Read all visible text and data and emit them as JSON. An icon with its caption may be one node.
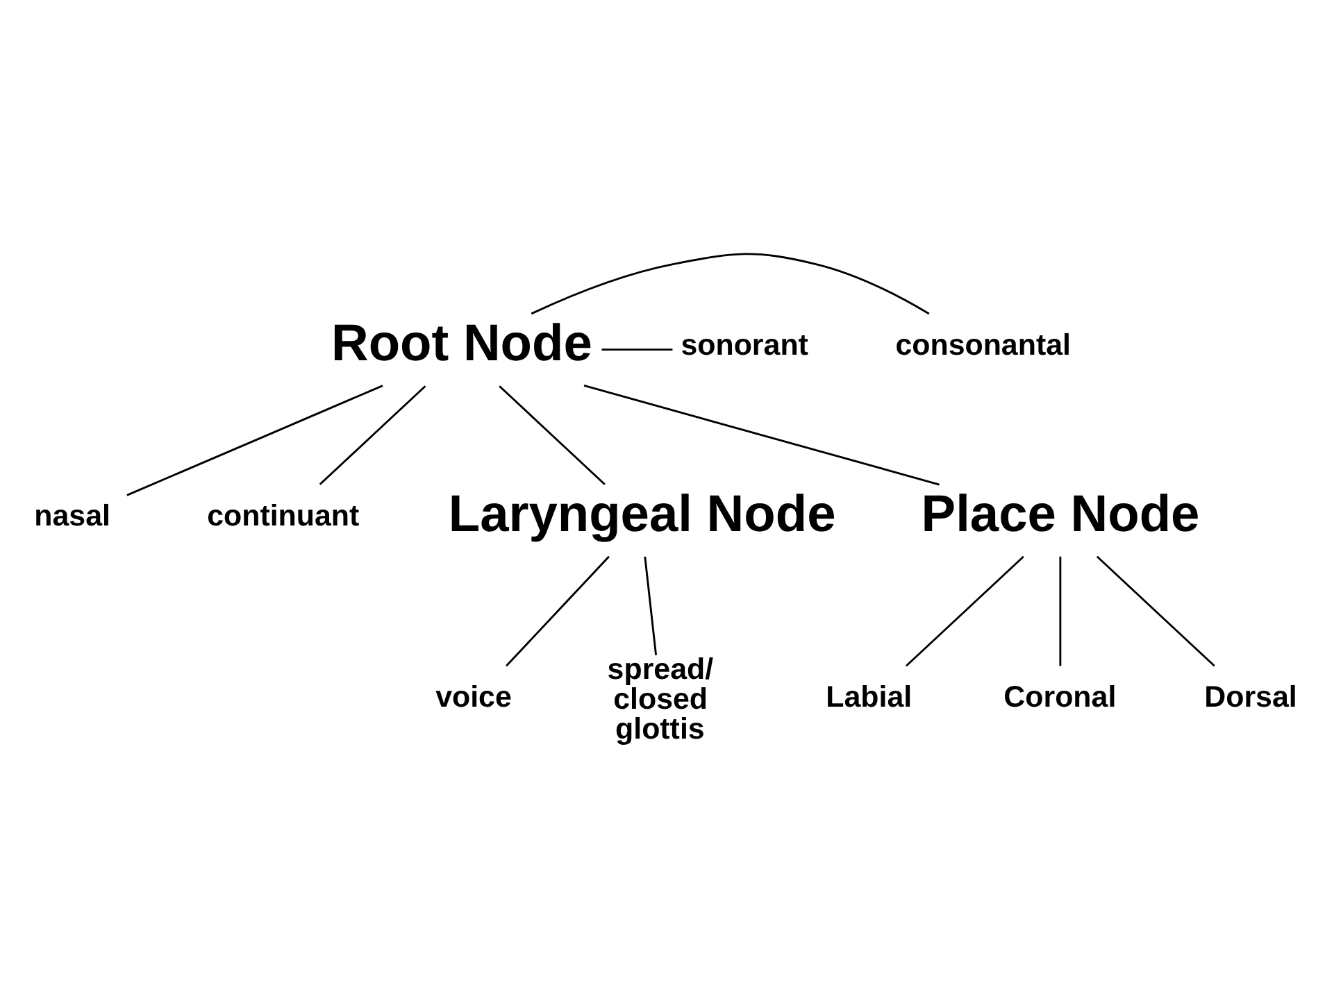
{
  "diagram": {
    "nodes": [
      {
        "text": [
          "Root Node"
        ]
      },
      {
        "text": [
          "consonantal"
        ]
      },
      {
        "text": [
          "sonorant"
        ]
      },
      {
        "text": [
          "nasal"
        ]
      },
      {
        "text": [
          "continuant"
        ]
      },
      {
        "text": [
          "Laryngeal Node"
        ]
      },
      {
        "text": [
          "Place Node"
        ]
      },
      {
        "text": [
          "voice"
        ]
      },
      {
        "text": [
          "spread/ closed glottis"
        ]
      },
      {
        "text": [
          "Labial"
        ]
      },
      {
        "text": [
          "Coronal"
        ]
      },
      {
        "text": [
          "Dorsal"
        ]
      }
    ],
    "edges": [
      {
        "from": 0,
        "to": 1,
        "arrow": "none"
      },
      {
        "from": 0,
        "to": 2,
        "arrow": "none"
      },
      {
        "from": 0,
        "to": 3,
        "arrow": "none"
      },
      {
        "from": 0,
        "to": 4,
        "arrow": "none"
      },
      {
        "from": 0,
        "to": 5,
        "arrow": "none"
      },
      {
        "from": 0,
        "to": 6,
        "arrow": "none"
      },
      {
        "from": 5,
        "to": 7,
        "arrow": "none"
      },
      {
        "from": 5,
        "to": 8,
        "arrow": "none"
      },
      {
        "from": 6,
        "to": 9,
        "arrow": "none"
      },
      {
        "from": 6,
        "to": 10,
        "arrow": "none"
      },
      {
        "from": 6,
        "to": 11,
        "arrow": "none"
      }
    ]
  }
}
